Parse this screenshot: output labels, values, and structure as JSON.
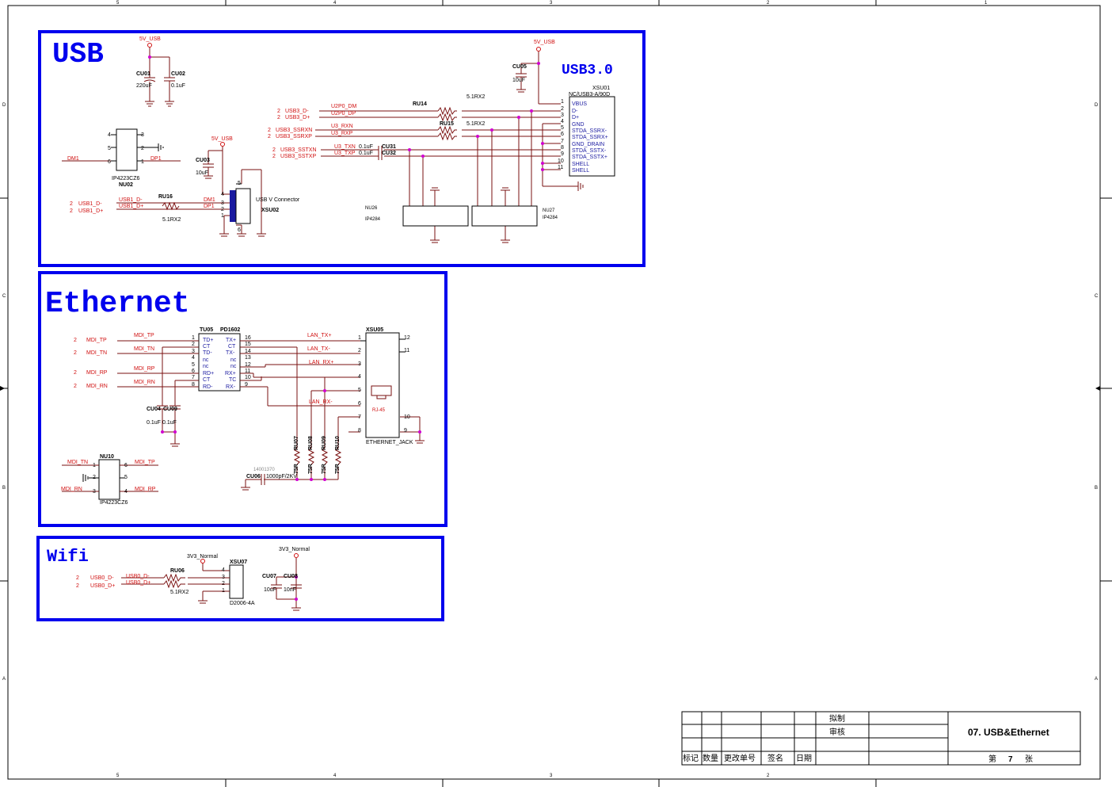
{
  "frame": {
    "col_numbers": [
      "5",
      "4",
      "3",
      "2",
      "1"
    ],
    "row_letters": [
      "D",
      "C",
      "B",
      "A"
    ]
  },
  "usb": {
    "title": "USB",
    "usb3_title": "USB3.0",
    "nets": {
      "v5_usb_1": "5V_USB",
      "v5_usb_2": "5V_USB",
      "v5_usb_3": "5V_USB",
      "dm1_left": "DM1",
      "dp1": "DP1",
      "dm1_r": "DM1",
      "dp1_r": "DP1",
      "usb1_dm": "USB1_D-",
      "usb1_dp": "USB1_D+",
      "u2p0_dm": "U2P0_DM",
      "u2p0_dp": "U2P0_DP",
      "u3_rxn": "U3_RXN",
      "u3_rxp": "U3_RXP",
      "u3_txn": "U3_TXN",
      "u3_txp": "U3_TXP"
    },
    "ports": {
      "usb3_dm": "USB3_D-",
      "usb3_dp": "USB3_D+",
      "usb3_ssrxn": "USB3_SSRXN",
      "usb3_ssrxp": "USB3_SSRXP",
      "usb3_sstxn": "USB3_SSTXN",
      "usb3_sstxp": "USB3_SSTXP",
      "usb1_dm": "USB1_D-",
      "usb1_dp": "USB1_D+"
    },
    "refs": {
      "cu01": "CU01",
      "cu01_val": "220uF",
      "cu02": "CU02",
      "cu02_val": "0.1uF",
      "cu03": "CU03",
      "cu03_val": "10uF",
      "cu05": "CU05",
      "cu05_val": "10uF",
      "cu31": "CU31",
      "cu31_val": "0.1uF",
      "cu32": "CU32",
      "cu32_val": "0.1uF",
      "nu02_part": "IP4223CZ6",
      "nu02": "NU02",
      "ru16": "RU16",
      "ru16_val": "5.1RX2",
      "ru14": "RU14",
      "ru14_val": "5.1RX2",
      "ru15": "RU15",
      "ru15_val": "5.1RX2",
      "xsu02_desc": "USB V Connector",
      "xsu02": "XSU02",
      "nu26": "NU26",
      "nu26_part": "IP4284",
      "nu27": "NU27",
      "nu27_part": "IP4284",
      "xsu01": "XSU01",
      "xsu01_part": "NC/USB3-A/90D"
    },
    "connector_pins": [
      "VBUS",
      "D-",
      "D+",
      "GND",
      "STDA_SSRX-",
      "STDA_SSRX+",
      "GND_DRAIN",
      "STDA_SSTX-",
      "STDA_SSTX+",
      "SHELL",
      "SHELL"
    ]
  },
  "ethernet": {
    "title": "Ethernet",
    "ports": {
      "tp": "MDI_TP",
      "tn": "MDI_TN",
      "rp": "MDI_RP",
      "rn": "MDI_RN"
    },
    "nets": {
      "mdi_tp": "MDI_TP",
      "mdi_tn": "MDI_TN",
      "mdi_rp": "MDI_RP",
      "mdi_rn": "MDI_RN",
      "lan_txp": "LAN_TX+",
      "lan_txn": "LAN_TX-",
      "lan_rxp": "LAN_RX+",
      "lan_rxn": "LAN_RX-",
      "nu10_tn": "MDI_TN",
      "nu10_rn": "MDI_RN",
      "nu10_tp": "MDI_TP",
      "nu10_rp": "MDI_RP"
    },
    "refs": {
      "tu05": "TU05",
      "tu05_part": "PD1602",
      "xsu05": "XSU05",
      "jack": "ETHERNET_JACK",
      "rj45": "RJ-45",
      "cu04": "CU04",
      "cu04_val": "0.1uF",
      "cu09": "CU09",
      "cu09_val": "0.1uF",
      "cu06": "CU06",
      "cu06_val": "1000pF/2KV",
      "cu06_code": "14001370",
      "ru07": "RU07",
      "ru08": "RU08",
      "ru09": "RU09",
      "ru10": "RU10",
      "r_val": "75R",
      "nu10": "NU10",
      "nu10_part": "IP4223CZ6"
    },
    "xfmr_left": [
      "TD+",
      "CT",
      "TD-",
      "nc",
      "nc",
      "RD+",
      "CT",
      "RD-"
    ],
    "xfmr_right": [
      "TX+",
      "CT",
      "TX-",
      "nc",
      "nc",
      "RX+",
      "TC",
      "RX-"
    ]
  },
  "wifi": {
    "title": "Wifi",
    "nets": {
      "v33_a": "3V3_Normal",
      "v33_b": "3V3_Normal",
      "usb0_dm_net": "USB0_D-",
      "usb0_dp_net": "USB0_D+"
    },
    "ports": {
      "usb0_dm": "USB0_D-",
      "usb0_dp": "USB0_D+"
    },
    "refs": {
      "ru06": "RU06",
      "ru06_val": "5.1RX2",
      "xsu07": "XSU07",
      "xsu07_part": "D2006-4A",
      "cu07": "CU07",
      "cu07_val": "10uF",
      "cu08": "CU08",
      "cu08_val": "10nF"
    }
  },
  "title_block": {
    "drafted": "拟制",
    "reviewed": "审核",
    "sheet_title": "07. USB&Ethernet",
    "mark": "标记",
    "qty": "数量",
    "change_no": "更改单号",
    "sign": "签名",
    "date": "日期",
    "sheet_prefix": "第",
    "sheet_no": "7",
    "sheet_suffix": "张"
  },
  "colors": {
    "frame_blue": "#0000ee",
    "net_red": "#d01010",
    "junction": "#d000d0",
    "wire_dark": "#7a1010"
  }
}
